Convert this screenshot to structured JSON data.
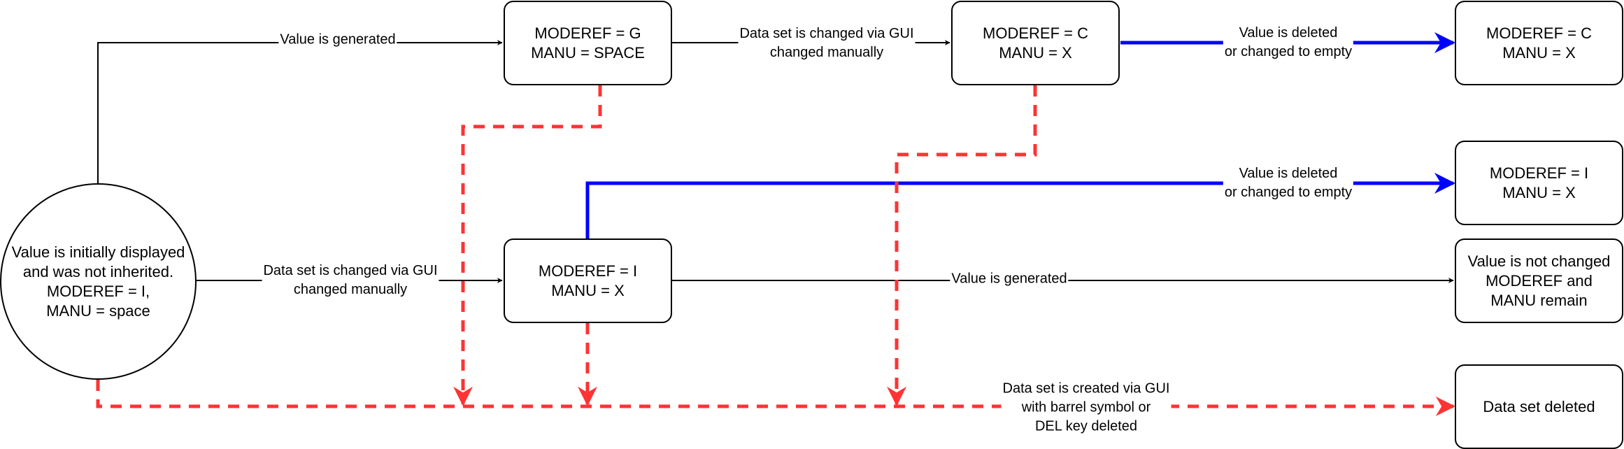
{
  "colors": {
    "black_edge": "#000000",
    "blue_edge": "#0000ff",
    "red_dashed_edge": "#ff3333"
  },
  "nodes": {
    "start": [
      "Value is initially displayed",
      "and was not inherited.",
      "MODEREF = I,",
      "MANU = space"
    ],
    "g_space": [
      "MODEREF = G",
      "MANU = SPACE"
    ],
    "c_x_top": [
      "MODEREF = C",
      "MANU = X"
    ],
    "c_x_right": [
      "MODEREF = C",
      "MANU = X"
    ],
    "i_x_right": [
      "MODEREF = I",
      "MANU = X"
    ],
    "i_x_mid": [
      "MODEREF = I",
      "MANU = X"
    ],
    "not_changed": [
      "Value is not changed",
      "MODEREF and",
      "MANU remain"
    ],
    "deleted": [
      "Data set deleted"
    ]
  },
  "labels": {
    "generated_top": [
      "Value is generated"
    ],
    "gui_manual_top": [
      "Data set is changed via GUI",
      "changed manually"
    ],
    "deleted_empty_top": [
      "Value is deleted",
      "or changed to empty"
    ],
    "deleted_empty_mid": [
      "Value is deleted",
      "or changed to empty"
    ],
    "gui_manual_left": [
      "Data set is changed via GUI",
      "changed manually"
    ],
    "generated_mid": [
      "Value is generated"
    ],
    "created_barrel": [
      "Data set is created via GUI",
      "with barrel symbol or",
      "DEL key deleted"
    ]
  }
}
